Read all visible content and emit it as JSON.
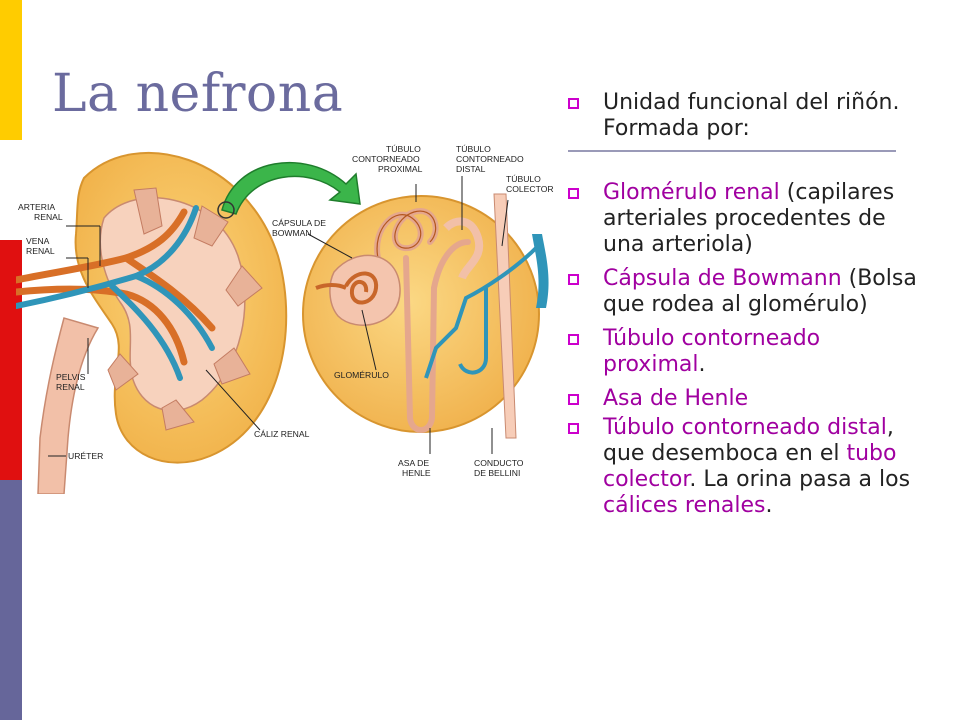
{
  "slide": {
    "title": "La nefrona",
    "colors": {
      "accent": "#a000a0",
      "title": "#6b6b9e",
      "bar_yellow": "#ffcc00",
      "bar_red": "#e01010",
      "bar_violet": "#66669a",
      "bullet": "#cc00cc"
    }
  },
  "diagram_labels": {
    "tubulo_proximal": [
      "TÚBULO",
      "CONTORNEADO",
      "PROXIMAL"
    ],
    "tubulo_distal": [
      "TÚBULO",
      "CONTORNEADO",
      "DISTAL"
    ],
    "tubulo_colector": [
      "TÚBULO",
      "COLECTOR"
    ],
    "arteria_renal": [
      "ARTERIA",
      "RENAL"
    ],
    "capsula_bowman": [
      "CÁPSULA DE",
      "BOWMAN"
    ],
    "vena_renal": [
      "VENA",
      "RENAL"
    ],
    "pelvis_renal": [
      "PELVIS",
      "RENAL"
    ],
    "glomerulo": "GLOMÉRULO",
    "caliz_renal": "CÁLIZ RENAL",
    "ureter": "URÉTER",
    "asa_henle": [
      "ASA DE",
      "HENLE"
    ],
    "conducto_bellini": [
      "CONDUCTO",
      "DE BELLINI"
    ]
  },
  "bullets": {
    "intro": "Unidad funcional del riñón. Formada por:",
    "b1_accent": "Glomérulo renal",
    "b1_rest": " (capilares arteriales procedentes de una arteriola)",
    "b2_accent": "Cápsula de Bowmann",
    "b2_rest": " (Bolsa que rodea al glomérulo)",
    "b3_accent": "Túbulo contorneado proximal",
    "b3_rest": ".",
    "b4_accent": "Asa de Henle",
    "b5_a1": "Túbulo contorneado distal",
    "b5_t1": ", que desemboca en el ",
    "b5_a2": "tubo colector",
    "b5_t2": ". La orina pasa a los ",
    "b5_a3": "cálices renales",
    "b5_t3": "."
  }
}
